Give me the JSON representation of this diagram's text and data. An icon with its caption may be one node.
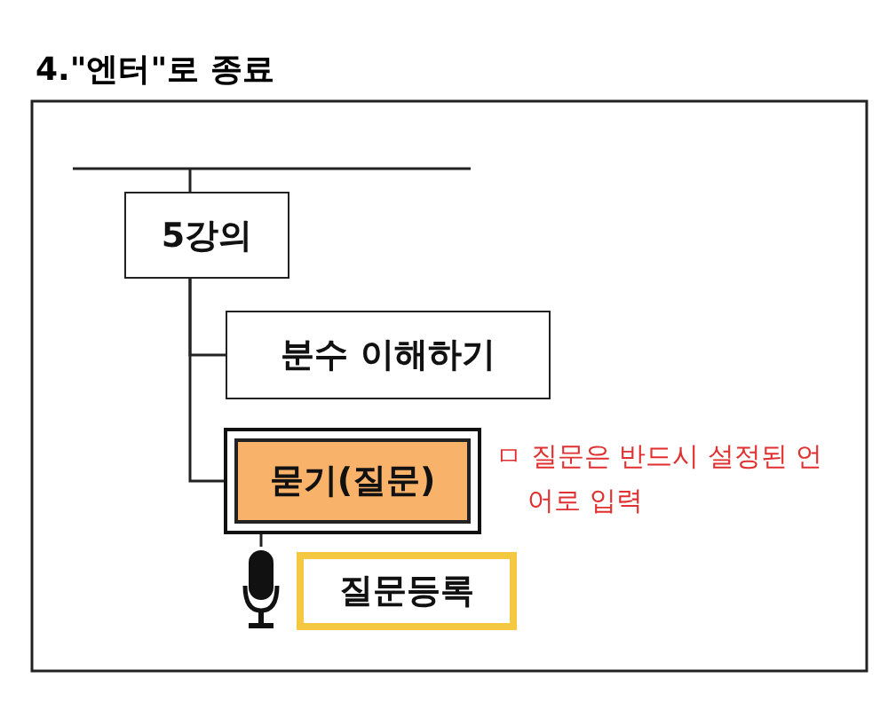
{
  "diagram": {
    "title": "4.\"엔터\"로 종료",
    "nodes": [
      {
        "text": [
          "5강의"
        ]
      },
      {
        "text": [
          "분수 이해하기"
        ]
      },
      {
        "text": [
          "묻기(질문)"
        ],
        "beside": [
          "ㅁ 질문은 반드시 설정된 언어로 입력"
        ]
      },
      {
        "text": [],
        "shape": "microphone"
      },
      {
        "text": [
          "질문등록"
        ]
      }
    ],
    "edges": [
      {
        "from": null,
        "to": 0,
        "arrow": "none"
      },
      {
        "from": 0,
        "to": 1,
        "arrow": "none"
      },
      {
        "from": 0,
        "to": 2,
        "arrow": "none"
      },
      {
        "from": 2,
        "to": 3,
        "arrow": "none"
      }
    ]
  }
}
